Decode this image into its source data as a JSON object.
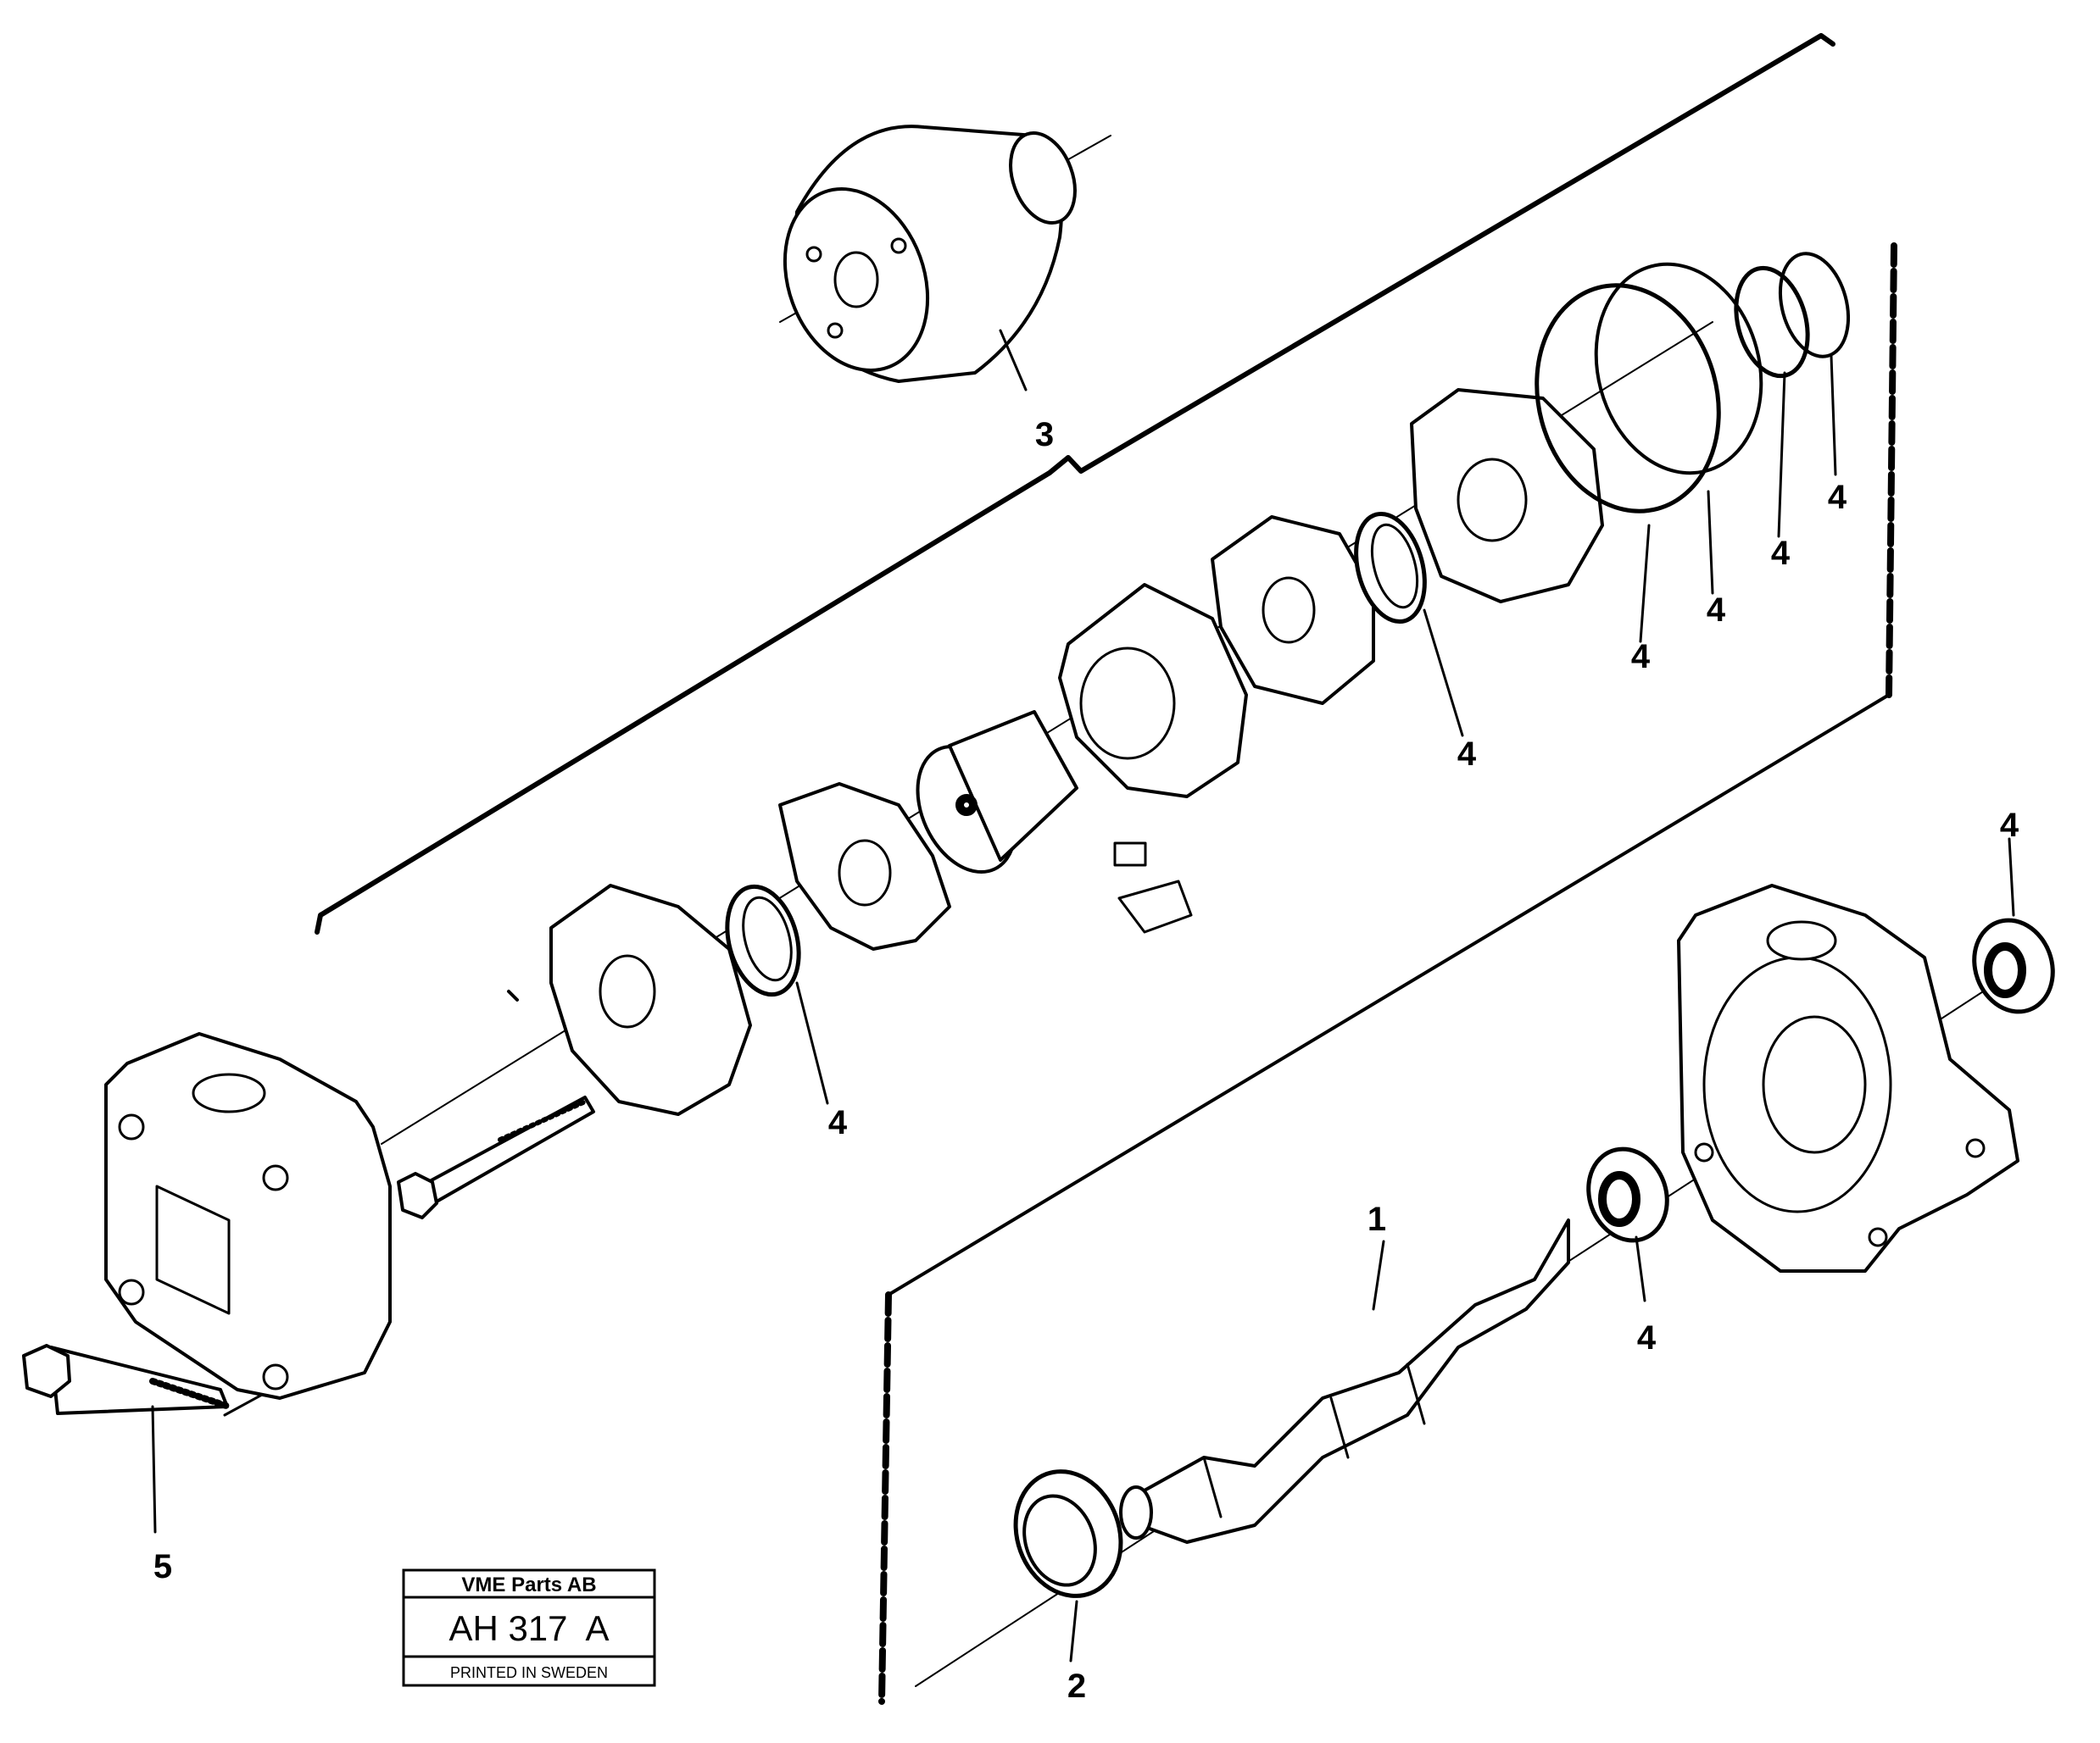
{
  "callouts": {
    "shaft": "1",
    "front_bearing": "2",
    "cartridge_kit": "3",
    "seal_a": "4",
    "seal_b": "4",
    "seal_c": "4",
    "seal_d": "4",
    "seal_e": "4",
    "seal_f": "4",
    "seal_g": "4",
    "seal_h": "4",
    "bolt": "5"
  },
  "title_block": {
    "company": "VME Parts AB",
    "drawing_no": "AH 317  A",
    "printed": "PRINTED IN SWEDEN"
  }
}
